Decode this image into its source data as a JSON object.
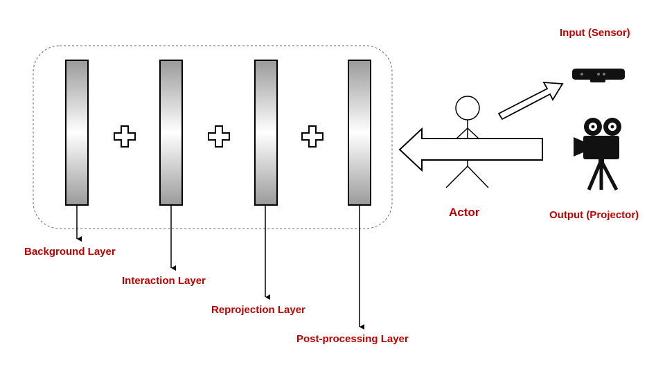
{
  "layers": [
    {
      "label": "Background Layer"
    },
    {
      "label": "Interaction Layer"
    },
    {
      "label": "Reprojection Layer"
    },
    {
      "label": "Post-processing Layer"
    }
  ],
  "operator": "+",
  "actor": {
    "label": "Actor"
  },
  "input": {
    "label": "Input (Sensor)",
    "icon": "kinect-sensor-icon"
  },
  "output": {
    "label": "Output (Projector)",
    "icon": "film-projector-icon"
  },
  "colors": {
    "label": "#c00000",
    "stroke": "#000000",
    "dash": "#666666"
  }
}
